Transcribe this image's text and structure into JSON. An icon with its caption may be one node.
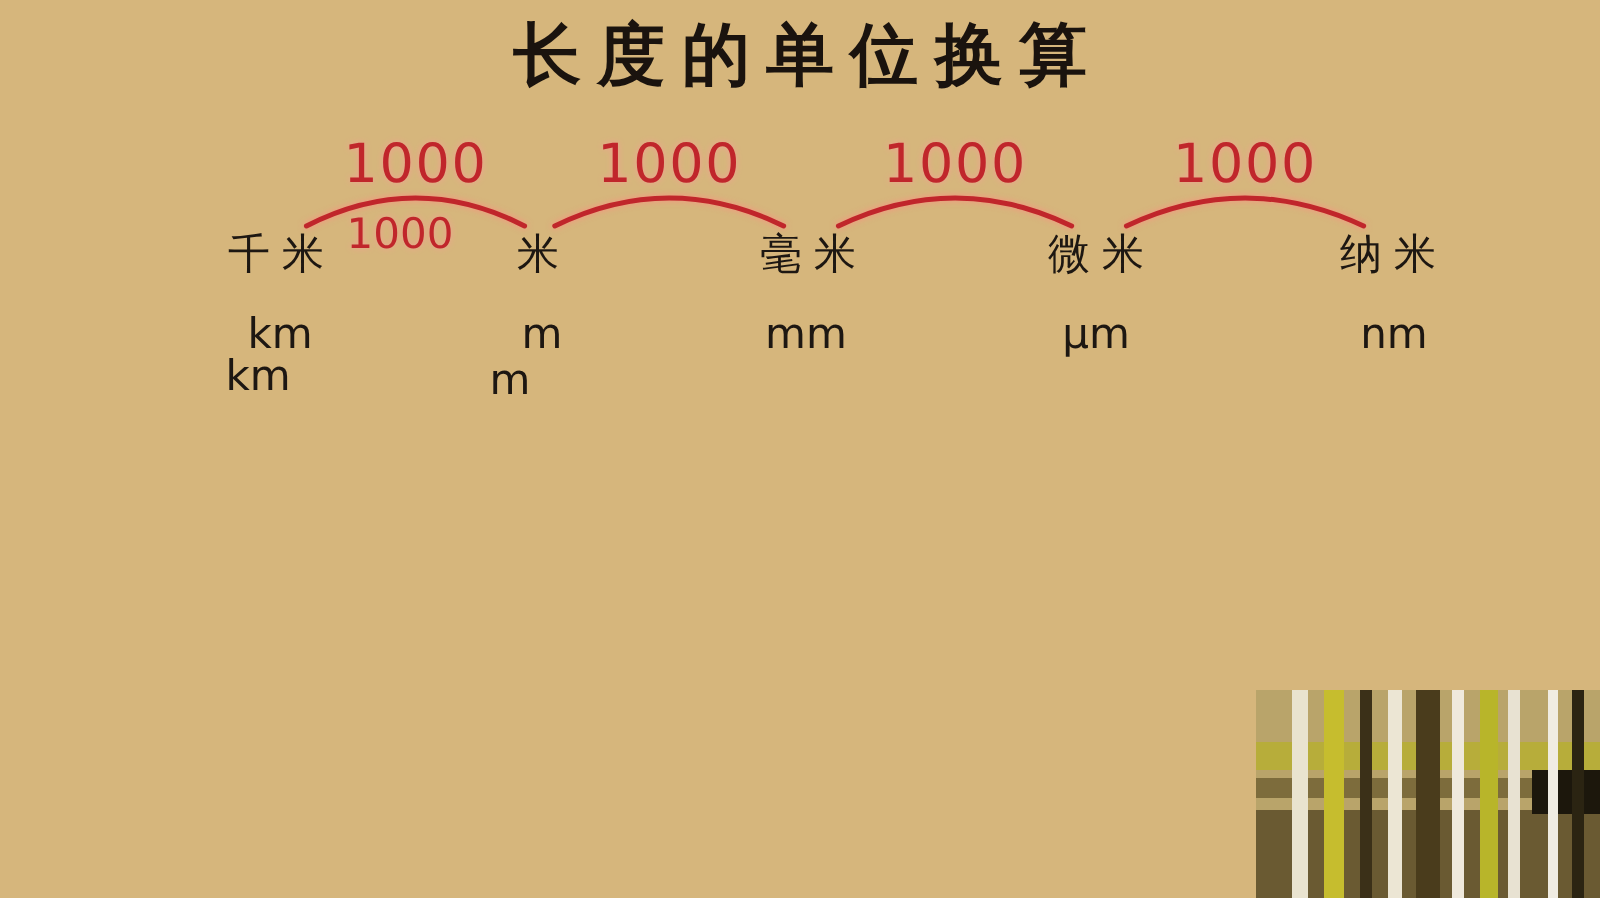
{
  "diagram": {
    "title": "长度的单位换算",
    "nodes": [
      {
        "text": [
          "千米"
        ],
        "beside": [
          "km"
        ]
      },
      {
        "text": [
          "米"
        ],
        "beside": [
          "m"
        ]
      },
      {
        "text": [
          "毫米"
        ],
        "beside": [
          "mm"
        ]
      },
      {
        "text": [
          "微米"
        ],
        "beside": [
          "μm"
        ]
      },
      {
        "text": [
          "纳米"
        ],
        "beside": [
          "nm"
        ]
      }
    ],
    "edges": [
      {
        "from": 0,
        "to": 1,
        "arrow": "none",
        "label": "1000"
      },
      {
        "from": 1,
        "to": 2,
        "arrow": "none",
        "label": "1000"
      },
      {
        "from": 2,
        "to": 3,
        "arrow": "none",
        "label": "1000"
      },
      {
        "from": 3,
        "to": 4,
        "arrow": "none",
        "label": "1000"
      }
    ],
    "labels": [
      "1000",
      "km",
      "m"
    ]
  }
}
